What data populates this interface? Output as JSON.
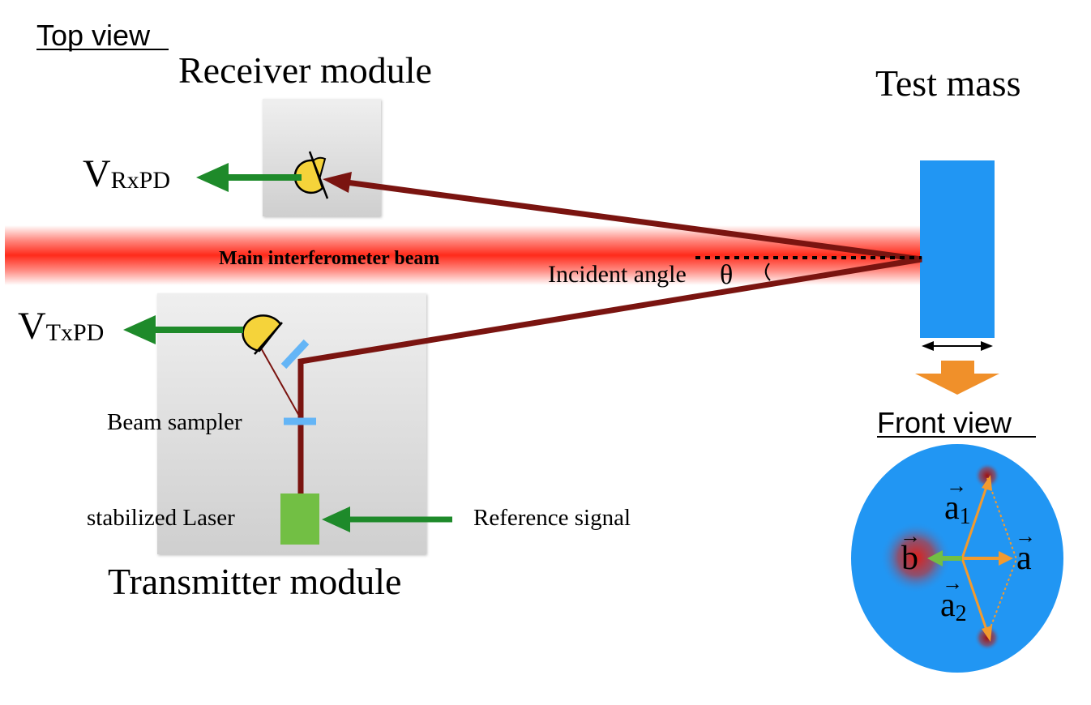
{
  "views": {
    "top": "Top view",
    "front": "Front view"
  },
  "labels": {
    "receiver_module": "Receiver module",
    "transmitter_module": "Transmitter module",
    "test_mass": "Test mass",
    "main_beam": "Main interferometer beam",
    "incident_angle": "Incident angle",
    "theta": "θ",
    "beam_sampler": "Beam sampler",
    "stabilized_laser": "stabilized Laser",
    "reference_signal": "Reference signal"
  },
  "signals": {
    "rx": {
      "v": "V",
      "sub": "RxPD"
    },
    "tx": {
      "v": "V",
      "sub": "TxPD"
    }
  },
  "vectors": {
    "a1": {
      "base": "a",
      "sub": "1"
    },
    "a2": {
      "base": "a",
      "sub": "2"
    },
    "a": {
      "base": "a"
    },
    "b": {
      "base": "b"
    }
  },
  "colors": {
    "beam_red": "#ff2a1a",
    "laser_path": "#7a1410",
    "signal_green": "#1e8a2a",
    "laser_green": "#72bf44",
    "test_mass_blue": "#2196f3",
    "photodiode_yellow": "#f5d33a",
    "optic_blue": "#64b5f6",
    "vector_orange": "#f29a2e",
    "motion_orange": "#f0902a",
    "module_gray": "#d7d7d7"
  }
}
